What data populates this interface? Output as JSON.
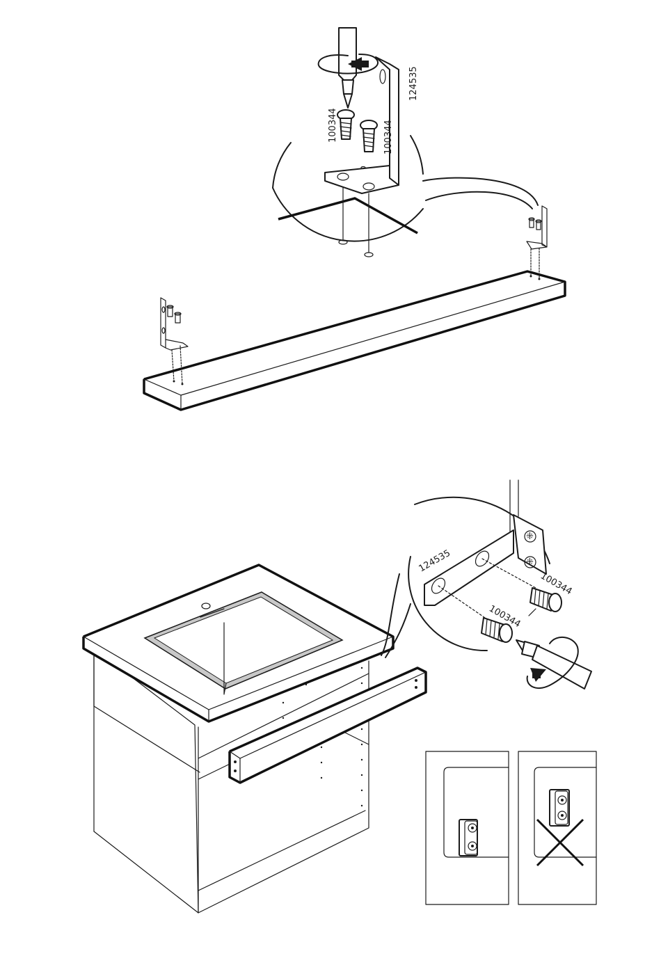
{
  "step1": {
    "bracket_part": "124535",
    "screw_part_left": "100344",
    "screw_part_right": "100344"
  },
  "step2": {
    "bracket_part": "124535",
    "screw_part_top": "100344",
    "screw_part_bottom": "100344"
  },
  "detail": {
    "correct_label": "",
    "incorrect_label": ""
  }
}
